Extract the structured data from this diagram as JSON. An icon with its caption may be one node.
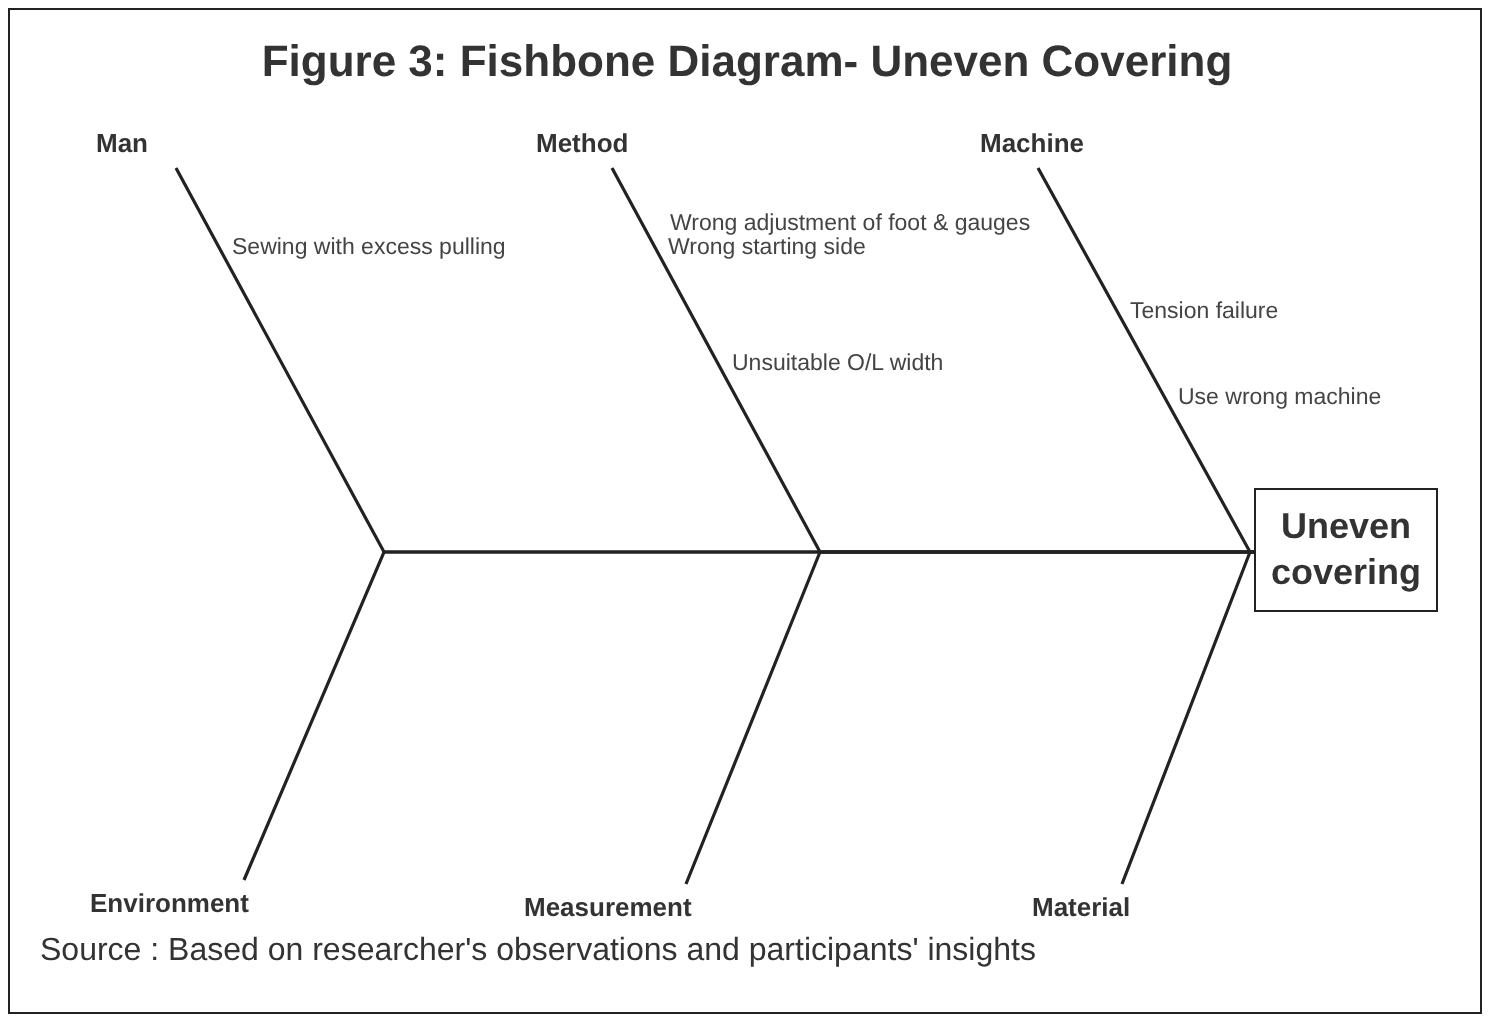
{
  "diagram": {
    "title": "Figure 3: Fishbone Diagram- Uneven Covering",
    "caption": "Source : Based on researcher's observations and participants' insights",
    "nodes": [
      {
        "text": [
          "Man"
        ]
      },
      {
        "text": [
          "Method"
        ]
      },
      {
        "text": [
          "Machine"
        ]
      },
      {
        "text": [
          "Uneven covering"
        ]
      },
      {
        "text": [
          "Environment"
        ]
      },
      {
        "text": [
          "Measurement"
        ]
      },
      {
        "text": [
          "Material"
        ]
      }
    ],
    "edges": [
      {
        "from": 0,
        "to": 3,
        "arrow": "none"
      },
      {
        "from": 1,
        "to": 3,
        "arrow": "none"
      },
      {
        "from": 2,
        "to": 3,
        "arrow": "none"
      },
      {
        "from": 4,
        "to": 3,
        "arrow": "none"
      },
      {
        "from": 5,
        "to": 3,
        "arrow": "none"
      },
      {
        "from": 6,
        "to": 3,
        "arrow": "none"
      }
    ],
    "labels": [
      "Sewing with excess pulling",
      "Wrong starting side",
      "Wrong adjustment of foot & gauges",
      "Tension failure",
      "Unsuitable O/L width",
      "Use wrong machine"
    ]
  }
}
